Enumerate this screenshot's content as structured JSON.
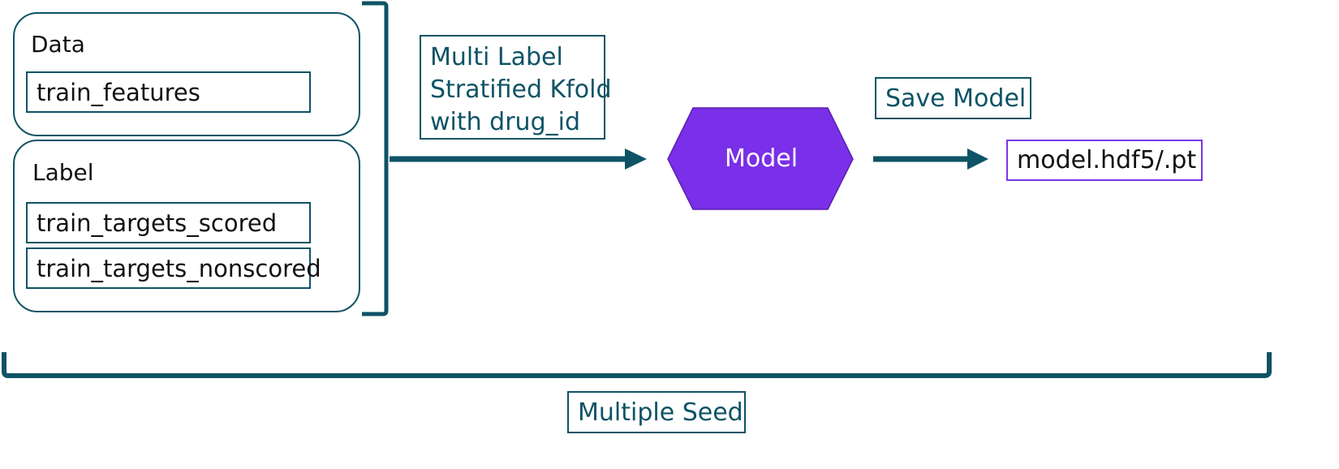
{
  "data_group": {
    "title": "Data",
    "files": [
      "train_features"
    ]
  },
  "label_group": {
    "title": "Label",
    "files": [
      "train_targets_scored",
      "train_targets_nonscored"
    ]
  },
  "split_step": {
    "lines": [
      "Multi Label",
      "Stratified Kfold",
      "with drug_id"
    ]
  },
  "model": {
    "label": "Model"
  },
  "save_step": {
    "label": "Save Model"
  },
  "output": {
    "label": "model.hdf5/.pt"
  },
  "loop": {
    "label": "Multiple Seed"
  },
  "colors": {
    "outline": "#0e5365",
    "model_fill": "#7a2fe8",
    "output_border": "#7a36e5",
    "text_dark": "#111111"
  }
}
